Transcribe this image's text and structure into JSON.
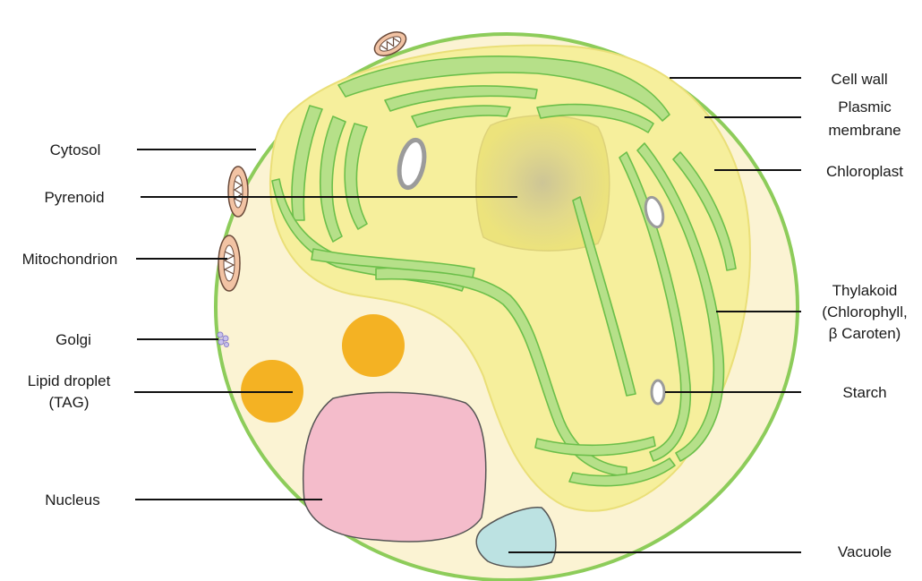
{
  "colors": {
    "cell_fill": "#fbf3d3",
    "cell_wall": "#8dcc5a",
    "chloroplast": "#f6ef9c",
    "thylakoid_fill": "#b6e089",
    "thylakoid_stroke": "#6cbf4a",
    "pyrenoid_fill": "#ebe27a",
    "pyrenoid_center": "#cdc596",
    "lipid_droplet": "#f4b223",
    "nucleus": "#f4bccb",
    "nucleus_outline": "#555555",
    "vacuole": "#bce2e2",
    "starch_outline": "#9b9b9b",
    "mitochondrion": "#f2c3a4",
    "golgi": "#a8a0d8"
  },
  "labels": {
    "cytosol": "Cytosol",
    "pyrenoid": "Pyrenoid",
    "mitochondrion": "Mitochondrion",
    "golgi": "Golgi",
    "lipid_droplet": [
      "Lipid droplet",
      "(TAG)"
    ],
    "nucleus": "Nucleus",
    "cell_wall": "Cell wall",
    "plasmic_membrane": [
      "Plasmic",
      "membrane"
    ],
    "chloroplast": "Chloroplast",
    "thylakoid": [
      "Thylakoid",
      "(Chlorophyll,",
      "β Caroten)"
    ],
    "starch": "Starch",
    "vacuole": "Vacuole"
  }
}
